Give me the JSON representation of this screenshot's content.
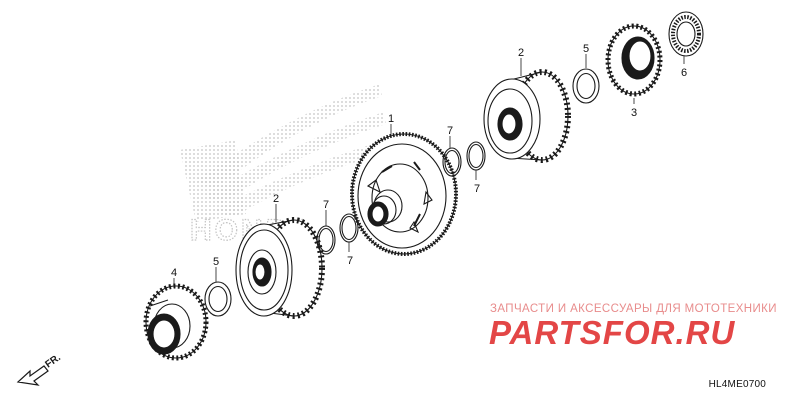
{
  "diagram": {
    "callouts": {
      "gear_1": "1",
      "clutch_2_top": "2",
      "clutch_2_bottom": "2",
      "hub_3": "3",
      "hub_4": "4",
      "washer_5_top": "5",
      "washer_5_bottom": "5",
      "bearing_6": "6",
      "ring_7_a": "7",
      "ring_7_b": "7",
      "ring_7_c": "7",
      "ring_7_d": "7"
    },
    "front_marker": "FR.",
    "part_code": "HL4ME0700",
    "logo_text": "HONDA"
  },
  "watermark": {
    "tagline": "ЗАПЧАСТИ И АКСЕССУАРЫ ДЛЯ МОТОТЕХНИКИ",
    "brand": "PARTSFOR.RU"
  },
  "colors": {
    "line": "#1a1a1a",
    "logo_dots": "#c8c8c8",
    "watermark_red": "#e34646",
    "watermark_light": "#e88c8c"
  }
}
